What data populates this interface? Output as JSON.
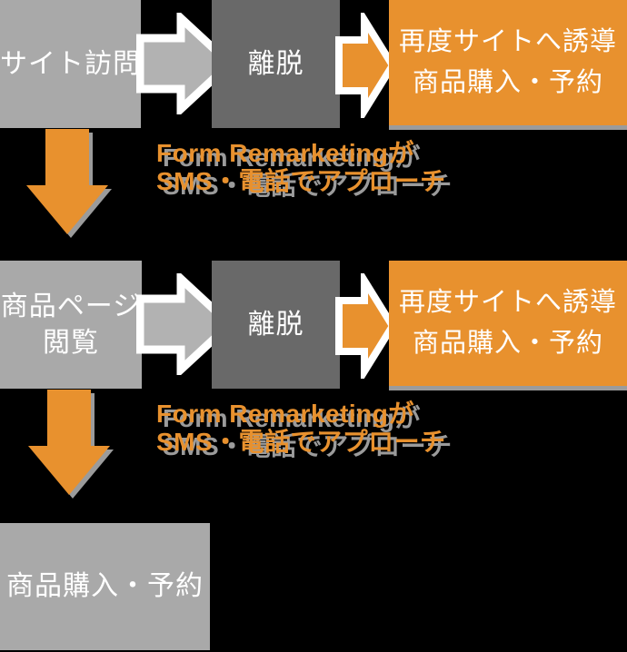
{
  "colors": {
    "background": "#000000",
    "light_gray_box": "#a9a9a9",
    "dark_gray_box": "#696969",
    "orange": "#e8912e",
    "arrow_gray_fill": "#b2b2b2",
    "arrow_outline": "#ffffff",
    "shadow_gray": "#9b9b9b",
    "box_text": "#ffffff"
  },
  "row1": {
    "start_box": "サイト訪問",
    "exit_box": "離脱",
    "result_box": {
      "line1": "再度サイトへ誘導",
      "line2": "商品購入・予約"
    },
    "annotation": {
      "line1": "Form Remarketingが",
      "line2": "SMS・電話でアプローチ"
    }
  },
  "row2": {
    "start_box": {
      "line1": "商品ページ",
      "line2": "閲覧"
    },
    "exit_box": "離脱",
    "result_box": {
      "line1": "再度サイトへ誘導",
      "line2": "商品購入・予約"
    },
    "annotation": {
      "line1": "Form Remarketingが",
      "line2": "SMS・電話でアプローチ"
    }
  },
  "final_box": "商品購入・予約"
}
